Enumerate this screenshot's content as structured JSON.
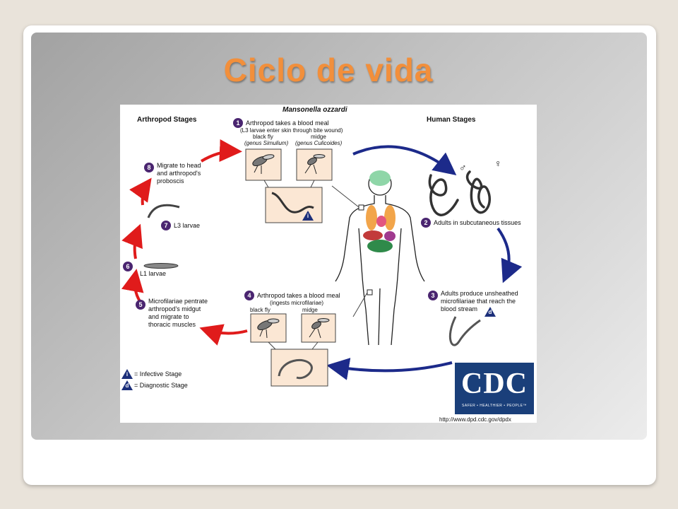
{
  "slide": {
    "title": "Ciclo de vida"
  },
  "diagram": {
    "species": "Mansonella ozzardi",
    "arthropod_header": "Arthropod Stages",
    "human_header": "Human Stages",
    "steps": [
      {
        "num": "1",
        "lines": [
          "Arthropod takes a blood meal",
          "(L3 larvae enter skin through bite wound)",
          "black fly",
          "(genus Simulium)",
          "midge",
          "(genus Culicoides)"
        ]
      },
      {
        "num": "2",
        "lines": [
          "Adults in subcutaneous tissues"
        ]
      },
      {
        "num": "3",
        "lines": [
          "Adults produce unsheathed",
          "microfilariae that reach the",
          "blood stream"
        ]
      },
      {
        "num": "4",
        "lines": [
          "Arthropod takes a blood meal",
          "(ingests microfilariae)",
          "black fly",
          "midge"
        ]
      },
      {
        "num": "5",
        "lines": [
          "Microfilariae pentrate",
          "arthropod's midgut",
          "and migrate to",
          "thoracic muscles"
        ]
      },
      {
        "num": "6",
        "lines": [
          "L1 larvae"
        ]
      },
      {
        "num": "7",
        "lines": [
          "L3 larvae"
        ]
      },
      {
        "num": "8",
        "lines": [
          "Migrate to head",
          "and arthropod's",
          "proboscis"
        ]
      }
    ],
    "legend": [
      {
        "symbol": "i",
        "text": "= Infective Stage"
      },
      {
        "symbol": "d",
        "text": "= Diagnostic Stage"
      }
    ],
    "sex_symbols": [
      "♂",
      "♀"
    ],
    "logo_text": "CDC",
    "logo_tagline": "SAFER • HEALTHIER • PEOPLE™",
    "url": "http://www.dpd.cdc.gov/dpdx"
  },
  "colors": {
    "title": "#f28f3b",
    "human_arrow": "#1c2a8a",
    "arthropod_arrow": "#e01b1b",
    "step_badge": "#4a2570",
    "cdc_blue": "#1a3f7a"
  }
}
